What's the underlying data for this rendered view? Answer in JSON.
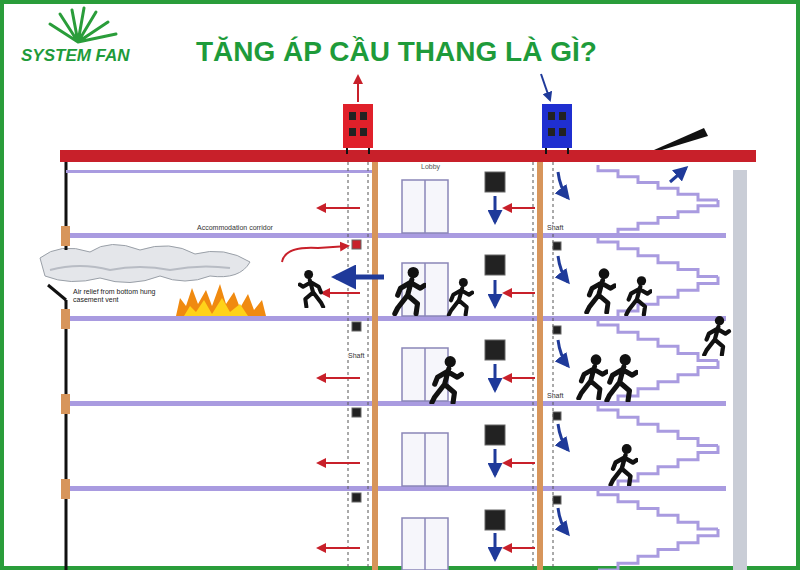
{
  "diagram": {
    "title": "TĂNG ÁP CẦU THANG LÀ GÌ?",
    "labels": [
      "SYSTEM FAN",
      "Lobby",
      "Accommodation corridor",
      "Air relief from bottom hung casement vent",
      "Shaft",
      "Shaft",
      "Shaft"
    ]
  }
}
